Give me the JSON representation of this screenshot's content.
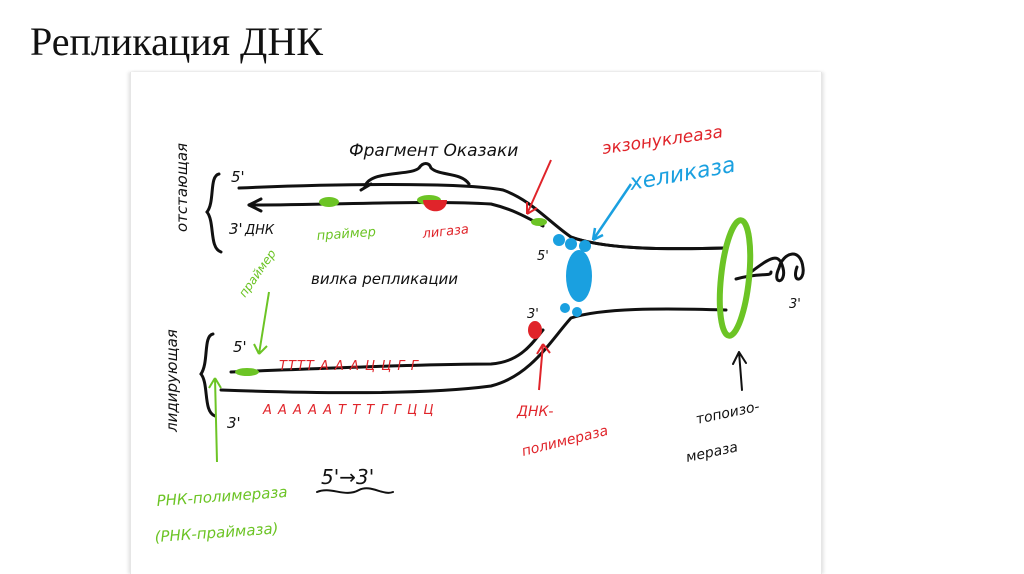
{
  "title": "Репликация ДНК",
  "colors": {
    "ink": "#111111",
    "red": "#e0242a",
    "green": "#6cc425",
    "blue": "#1aa0e0"
  },
  "labels": {
    "okazaki": "Фрагмент Оказаки",
    "exonuclease": "экзонуклеаза",
    "helicase": "хеликаза",
    "lagging": "отстающая",
    "lagging_5": "5'",
    "lagging_3": "3'",
    "dna": "ДНК",
    "primer": "праймер",
    "ligase": "лигаза",
    "fork": "вилка репликации",
    "fork_5": "5'",
    "fork_3": "3'",
    "primer2": "праймер",
    "leading": "лидирующая",
    "leading_5": "5'",
    "leading_3": "3'",
    "seq_top": "ТТТТ А А А Ц Ц Г Г",
    "seq_bottom": "А А А А А Т Т Т Г Г Ц Ц",
    "polymerase_1": "ДНК-",
    "polymerase_2": "полимераза",
    "topo_1": "топоизо-",
    "topo_2": "мераза",
    "direction": "5'→3'",
    "rna_poly": "РНК-полимераза",
    "rna_primase": "(РНК-праймаза)",
    "right_3": "3'"
  }
}
